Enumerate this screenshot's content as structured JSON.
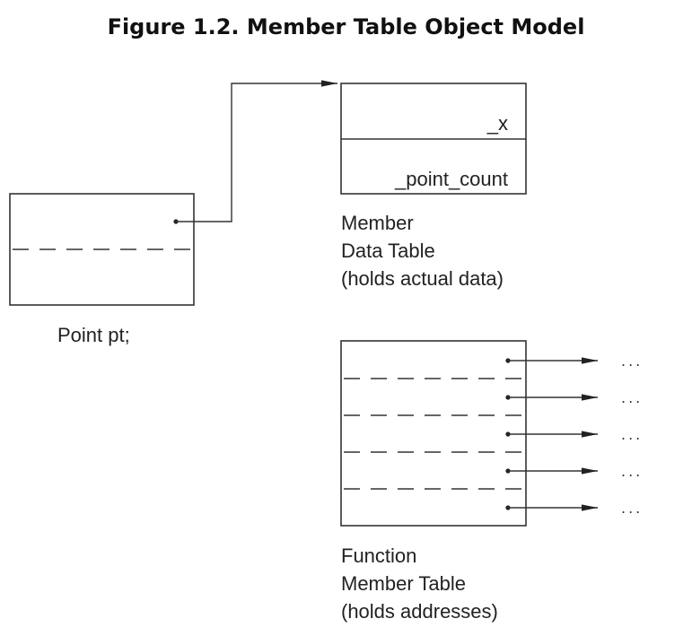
{
  "title": "Figure 1.2. Member Table Object Model",
  "point_object": {
    "caption": "Point pt;"
  },
  "member_data_table": {
    "slots": [
      "_x",
      "_point_count"
    ],
    "caption_lines": [
      "Member",
      "Data Table",
      "(holds actual data)"
    ]
  },
  "function_member_table": {
    "slots": [
      {
        "target": "..."
      },
      {
        "target": "..."
      },
      {
        "target": "..."
      },
      {
        "target": "..."
      },
      {
        "target": "..."
      }
    ],
    "caption_lines": [
      "Function",
      "Member Table",
      "(holds addresses)"
    ]
  }
}
